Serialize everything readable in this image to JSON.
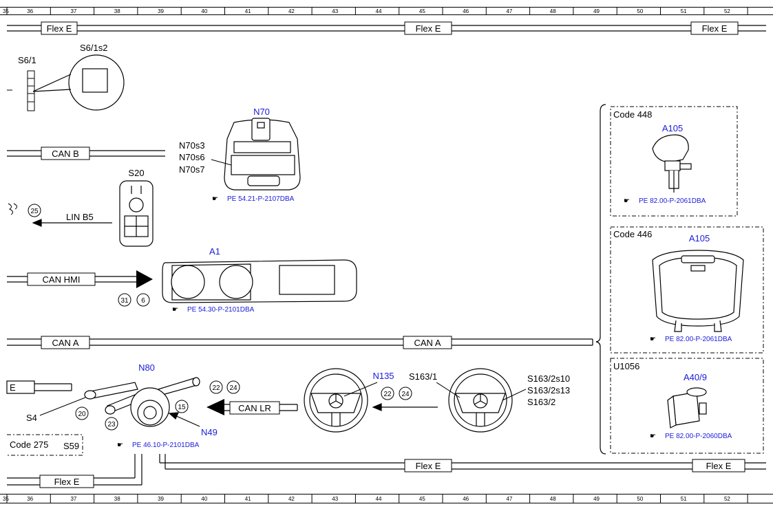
{
  "ruler": {
    "numbers": [
      "35",
      "36",
      "37",
      "38",
      "39",
      "40",
      "41",
      "42",
      "43",
      "44",
      "45",
      "46",
      "47",
      "48",
      "49",
      "50",
      "51",
      "52"
    ]
  },
  "buses": {
    "flex_e": "Flex E",
    "can_b": "CAN B",
    "lin_b5": "LIN B5",
    "can_hmi": "CAN HMI",
    "can_a": "CAN A",
    "can_lr": "CAN LR",
    "partial_e": "E"
  },
  "components": {
    "s6_1": "S6/1",
    "s6_1s2": "S6/1s2",
    "n70": "N70",
    "n70s3": "N70s3",
    "n70s6": "N70s6",
    "n70s7": "N70s7",
    "s20": "S20",
    "a1": "A1",
    "n80": "N80",
    "s4": "S4",
    "s59": "S59",
    "n49": "N49",
    "n135": "N135",
    "s163_1": "S163/1",
    "s163_2s10": "S163/2s10",
    "s163_2s13": "S163/2s13",
    "s163_2": "S163/2",
    "a105": "A105",
    "a40_9": "A40/9"
  },
  "codes": {
    "code_448": "Code 448",
    "code_446": "Code 446",
    "u1056": "U1056",
    "code_275": "Code 275"
  },
  "refs": {
    "n70": "PE 54.21-P-2107DBA",
    "a1": "PE 54.30-P-2101DBA",
    "n80": "PE 46.10-P-2101DBA",
    "a105_448": "PE 82.00-P-2061DBA",
    "a105_446": "PE 82.00-P-2061DBA",
    "a40_9": "PE 82.00-P-2060DBA"
  },
  "circles": {
    "c25": "25",
    "c31": "31",
    "c6": "6",
    "c20": "20",
    "c23": "23",
    "c15": "15",
    "c22a": "22",
    "c24a": "24",
    "c22b": "22",
    "c24b": "24"
  }
}
